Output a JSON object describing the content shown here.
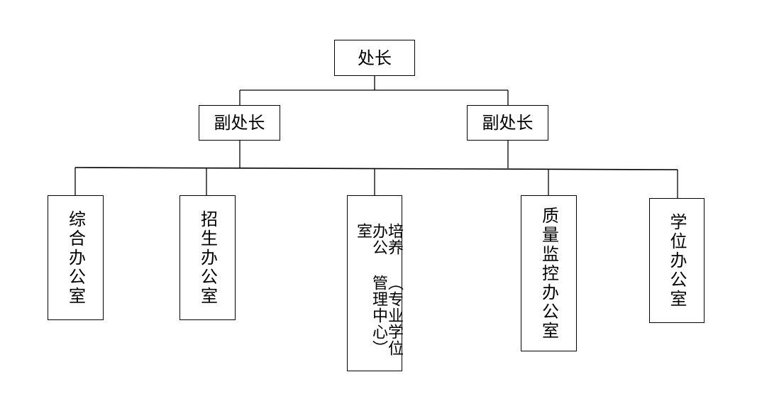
{
  "diagram": {
    "root": {
      "label": "处长"
    },
    "deputies": [
      {
        "label": "副处长"
      },
      {
        "label": "副处长"
      }
    ],
    "offices": [
      {
        "label": "综合办公室"
      },
      {
        "label": "招生办公室"
      },
      {
        "label_line1": "培养办公室",
        "label_line2": "（专业学位管理中心）"
      },
      {
        "label": "质量监控办公室"
      },
      {
        "label": "学位办公室"
      }
    ]
  }
}
